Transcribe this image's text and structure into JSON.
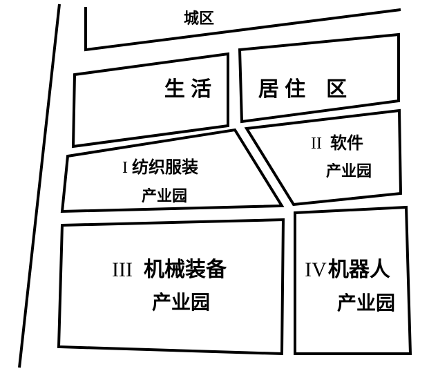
{
  "colors": {
    "line": "#000000",
    "background": "#ffffff"
  },
  "city": {
    "label": "城区"
  },
  "residential": {
    "left_label": "生 活",
    "right_label": "居 住　区"
  },
  "park_1": {
    "numeral": "I",
    "name": "纺织服装",
    "suffix": "产业园"
  },
  "park_2": {
    "numeral": "II",
    "name": "软件",
    "suffix": "产业园"
  },
  "park_3": {
    "numeral": "III",
    "name": "机械装备",
    "suffix": "产业园"
  },
  "park_4": {
    "numeral": "IV",
    "name": "机器人",
    "suffix": "产业园"
  }
}
